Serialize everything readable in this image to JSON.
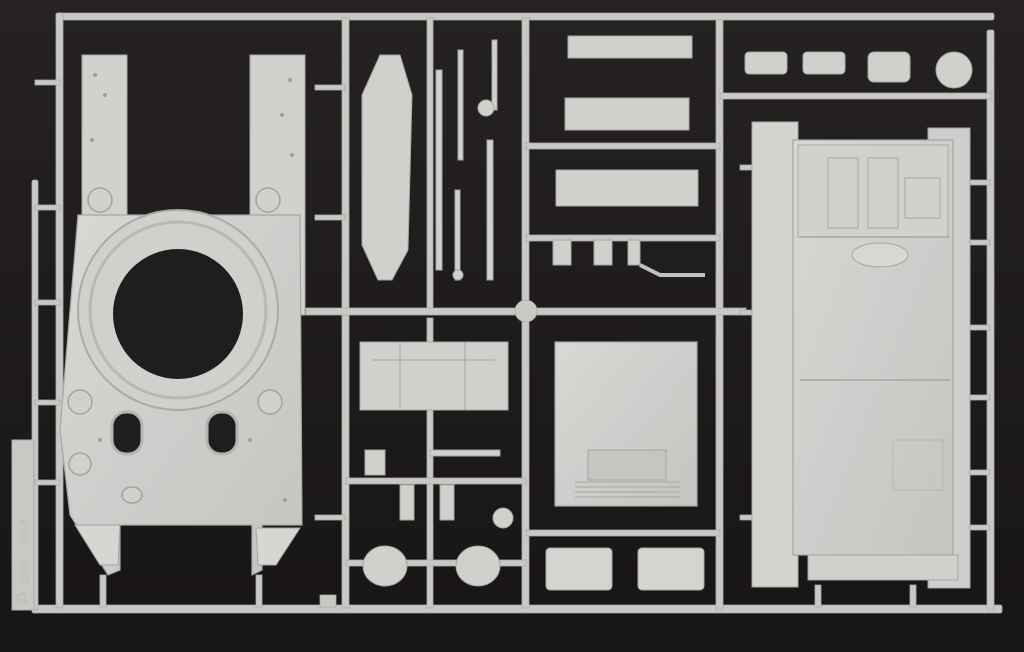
{
  "photo": {
    "subject": "model-kit-sprue",
    "colors": {
      "background": "#1a1718",
      "plastic": "#c9cbc7",
      "plastic_light": "#d6d8d4",
      "plastic_shadow": "#9ea09c",
      "hole": "#1c191a"
    }
  },
  "sprue_label": {
    "letter": "A",
    "scale_text": "1/35",
    "model_text": "M4A"
  }
}
